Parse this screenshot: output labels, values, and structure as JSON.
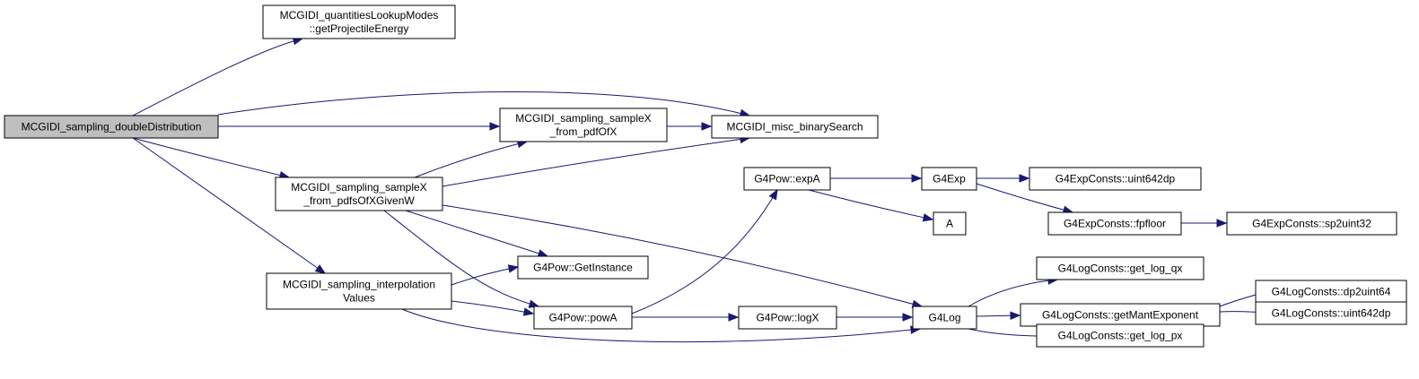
{
  "graph": {
    "root": "MCGIDI_sampling_doubleDistribution",
    "nodes": [
      {
        "id": "root",
        "lines": [
          "MCGIDI_sampling_doubleDistribution"
        ],
        "root": true
      },
      {
        "id": "getProjectileEnergy",
        "lines": [
          "MCGIDI_quantitiesLookupModes",
          "::getProjectileEnergy"
        ]
      },
      {
        "id": "sampleX_pdfOfX",
        "lines": [
          "MCGIDI_sampling_sampleX",
          "_from_pdfOfX"
        ]
      },
      {
        "id": "binarySearch",
        "lines": [
          "MCGIDI_misc_binarySearch"
        ]
      },
      {
        "id": "sampleX_pdfsOfXGivenW",
        "lines": [
          "MCGIDI_sampling_sampleX",
          "_from_pdfsOfXGivenW"
        ]
      },
      {
        "id": "interpolationValues",
        "lines": [
          "MCGIDI_sampling_interpolation",
          "Values"
        ]
      },
      {
        "id": "getInstance",
        "lines": [
          "G4Pow::GetInstance"
        ]
      },
      {
        "id": "powA",
        "lines": [
          "G4Pow::powA"
        ]
      },
      {
        "id": "expA",
        "lines": [
          "G4Pow::expA"
        ]
      },
      {
        "id": "logX",
        "lines": [
          "G4Pow::logX"
        ]
      },
      {
        "id": "g4exp",
        "lines": [
          "G4Exp"
        ]
      },
      {
        "id": "A",
        "lines": [
          "A"
        ]
      },
      {
        "id": "g4log",
        "lines": [
          "G4Log"
        ]
      },
      {
        "id": "uint642dp_exp",
        "lines": [
          "G4ExpConsts::uint642dp"
        ]
      },
      {
        "id": "fpfloor",
        "lines": [
          "G4ExpConsts::fpfloor"
        ]
      },
      {
        "id": "sp2uint32",
        "lines": [
          "G4ExpConsts::sp2uint32"
        ]
      },
      {
        "id": "get_log_qx",
        "lines": [
          "G4LogConsts::get_log_qx"
        ]
      },
      {
        "id": "getMantExponent",
        "lines": [
          "G4LogConsts::getMantExponent"
        ]
      },
      {
        "id": "get_log_px",
        "lines": [
          "G4LogConsts::get_log_px"
        ]
      },
      {
        "id": "dp2uint64",
        "lines": [
          "G4LogConsts::dp2uint64"
        ]
      },
      {
        "id": "uint642dp_log",
        "lines": [
          "G4LogConsts::uint642dp"
        ]
      }
    ],
    "edges": [
      {
        "from": "root",
        "to": "getProjectileEnergy"
      },
      {
        "from": "root",
        "to": "binarySearch"
      },
      {
        "from": "root",
        "to": "sampleX_pdfOfX"
      },
      {
        "from": "root",
        "to": "sampleX_pdfsOfXGivenW"
      },
      {
        "from": "root",
        "to": "interpolationValues"
      },
      {
        "from": "sampleX_pdfOfX",
        "to": "binarySearch"
      },
      {
        "from": "sampleX_pdfsOfXGivenW",
        "to": "sampleX_pdfOfX"
      },
      {
        "from": "sampleX_pdfsOfXGivenW",
        "to": "binarySearch"
      },
      {
        "from": "sampleX_pdfsOfXGivenW",
        "to": "g4log"
      },
      {
        "from": "sampleX_pdfsOfXGivenW",
        "to": "getInstance"
      },
      {
        "from": "sampleX_pdfsOfXGivenW",
        "to": "powA"
      },
      {
        "from": "interpolationValues",
        "to": "getInstance"
      },
      {
        "from": "interpolationValues",
        "to": "powA"
      },
      {
        "from": "interpolationValues",
        "to": "g4log"
      },
      {
        "from": "powA",
        "to": "expA"
      },
      {
        "from": "powA",
        "to": "logX"
      },
      {
        "from": "logX",
        "to": "g4log"
      },
      {
        "from": "expA",
        "to": "g4exp"
      },
      {
        "from": "expA",
        "to": "A"
      },
      {
        "from": "g4exp",
        "to": "uint642dp_exp"
      },
      {
        "from": "g4exp",
        "to": "fpfloor"
      },
      {
        "from": "fpfloor",
        "to": "sp2uint32"
      },
      {
        "from": "g4log",
        "to": "get_log_qx"
      },
      {
        "from": "g4log",
        "to": "getMantExponent"
      },
      {
        "from": "g4log",
        "to": "get_log_px"
      },
      {
        "from": "getMantExponent",
        "to": "dp2uint64"
      },
      {
        "from": "getMantExponent",
        "to": "uint642dp_log"
      }
    ]
  },
  "colors": {
    "edge": "#191970",
    "node_border": "#000000",
    "node_fill": "#ffffff",
    "root_fill": "#bfbfbf"
  }
}
